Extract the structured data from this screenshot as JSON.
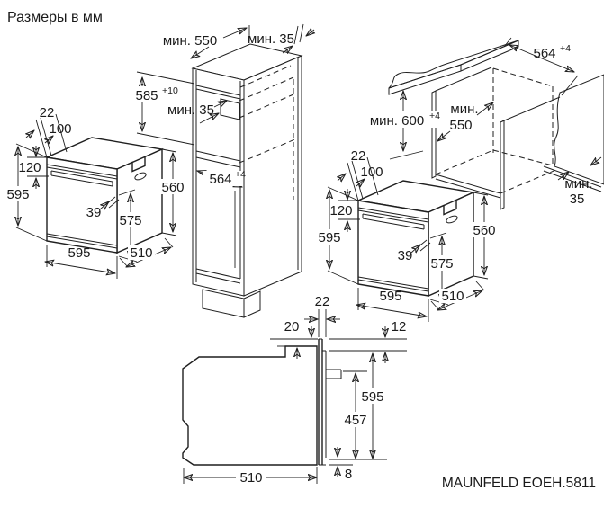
{
  "title": "Размеры в мм",
  "model": "MAUNFELD EOEH.5811",
  "oven": {
    "depth_front_gap": "22",
    "panel_depth": "100",
    "panel_height": "120",
    "height": "595",
    "handle_offset": "39",
    "door_height": "575",
    "body_height": "560",
    "width": "595",
    "body_depth": "510"
  },
  "column_cabinet": {
    "min_depth": "мин. 550",
    "min_top_gap": "мин. 35",
    "niche_height": "585",
    "niche_height_tol": "+10",
    "min_rear_gap": "мин. 35",
    "niche_width": "564",
    "niche_width_tol": "+4"
  },
  "base_cabinet": {
    "niche_width": "564",
    "niche_width_tol": "+4",
    "min_height": "мин. 600",
    "min_height_tol": "+4",
    "min_depth_word": "мин.",
    "min_depth_value": "550",
    "min_rear_gap_word": "мин.",
    "min_rear_gap_value": "35"
  },
  "side_view": {
    "door_overhang": "22",
    "top_recess": "20",
    "top_gap": "12",
    "height": "595",
    "rear_height": "457",
    "bottom_gap": "8",
    "depth": "510"
  },
  "colors": {
    "line": "#1f1f1f",
    "counter_surface": "#e4e4e4",
    "counter_edge": "#9f9f9f",
    "adjacent_panel": "#dadada"
  }
}
